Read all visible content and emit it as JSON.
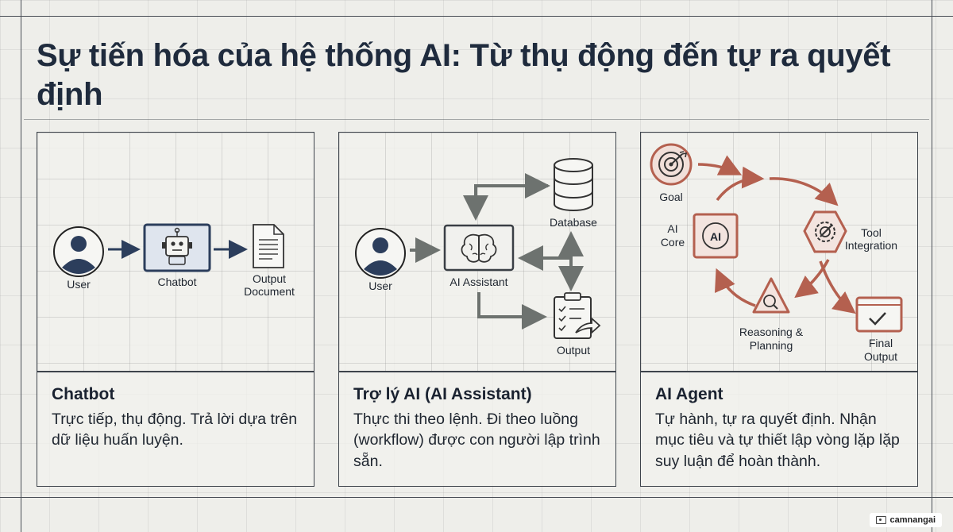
{
  "title": "Sự tiến hóa của hệ thống AI: Từ thụ động đến tự ra quyết định",
  "panels": [
    {
      "heading": "Chatbot",
      "description": "Trực tiếp, thụ động. Trả lời dựa trên dữ liệu huấn luyện.",
      "nodes": {
        "user": "User",
        "chatbot": "Chatbot",
        "output_line1": "Output",
        "output_line2": "Document"
      }
    },
    {
      "heading": "Trợ lý AI (AI Assistant)",
      "description": "Thực thi theo lệnh. Đi theo luồng (workflow) được con người lập trình sẵn.",
      "nodes": {
        "user": "User",
        "assistant": "AI Assistant",
        "database": "Database",
        "output": "Output"
      }
    },
    {
      "heading": "AI Agent",
      "description": "Tự hành, tự ra quyết định. Nhận mục tiêu và tự thiết lập vòng lặp lặp suy luận để hoàn thành.",
      "nodes": {
        "goal": "Goal",
        "core_line1": "AI",
        "core_line2": "Core",
        "core_badge": "AI",
        "tool_line1": "Tool",
        "tool_line2": "Integration",
        "reasoning_line1": "Reasoning &",
        "reasoning_line2": "Planning",
        "final_line1": "Final",
        "final_line2": "Output"
      }
    }
  ],
  "watermark": "camnangai",
  "colors": {
    "navy": "#2c3e5c",
    "gray_arrow": "#6d726f",
    "agent_accent": "#b4604f",
    "background": "#eeeeea"
  }
}
